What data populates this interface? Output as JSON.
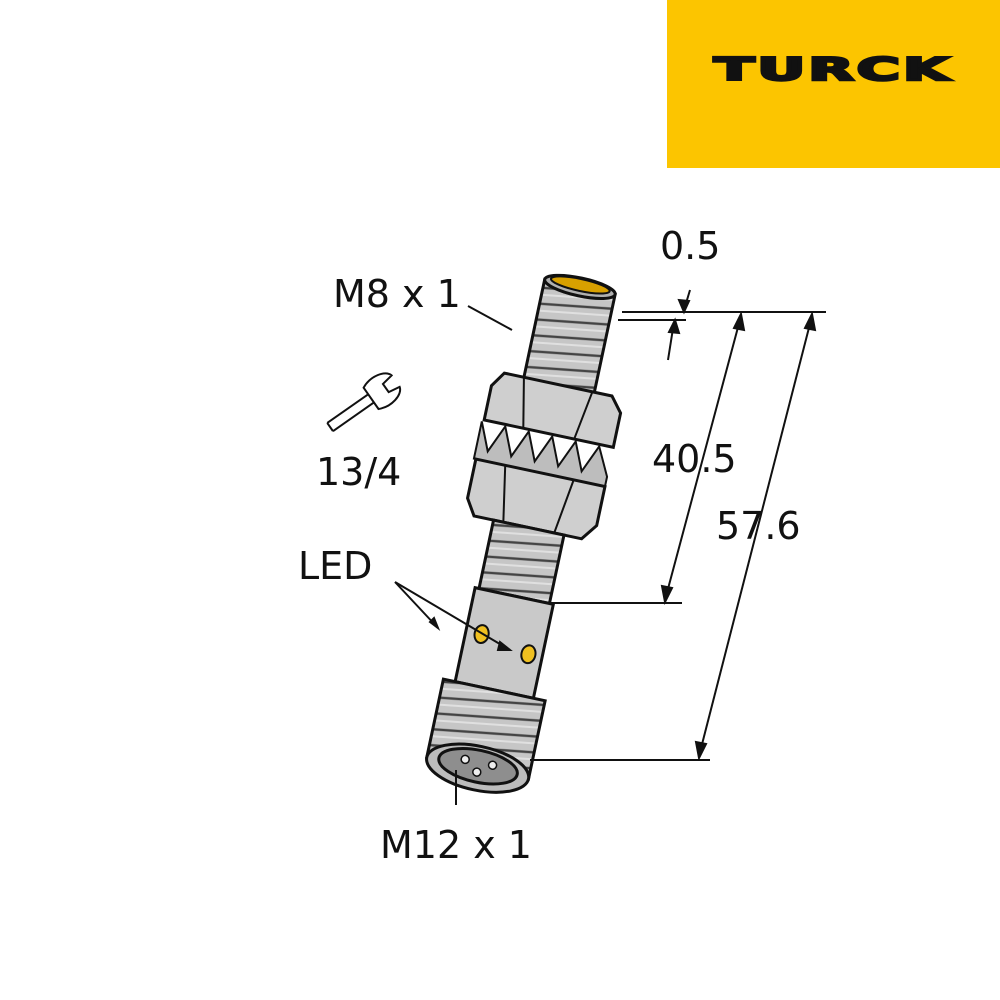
{
  "brand": {
    "name": "TURCK",
    "color": "#fcc500"
  },
  "labels": {
    "thread_top": "M8 x 1",
    "wrench_size": "13/4",
    "led": "LED",
    "thread_bottom": "M12 x 1"
  },
  "dimensions": {
    "face_offset": "0.5",
    "housing_length": "40.5",
    "total_length": "57.6"
  },
  "icons": {
    "wrench": "wrench-icon"
  },
  "colors": {
    "body": "#c6c6c6",
    "led": "#f0c020",
    "line": "#111111"
  }
}
